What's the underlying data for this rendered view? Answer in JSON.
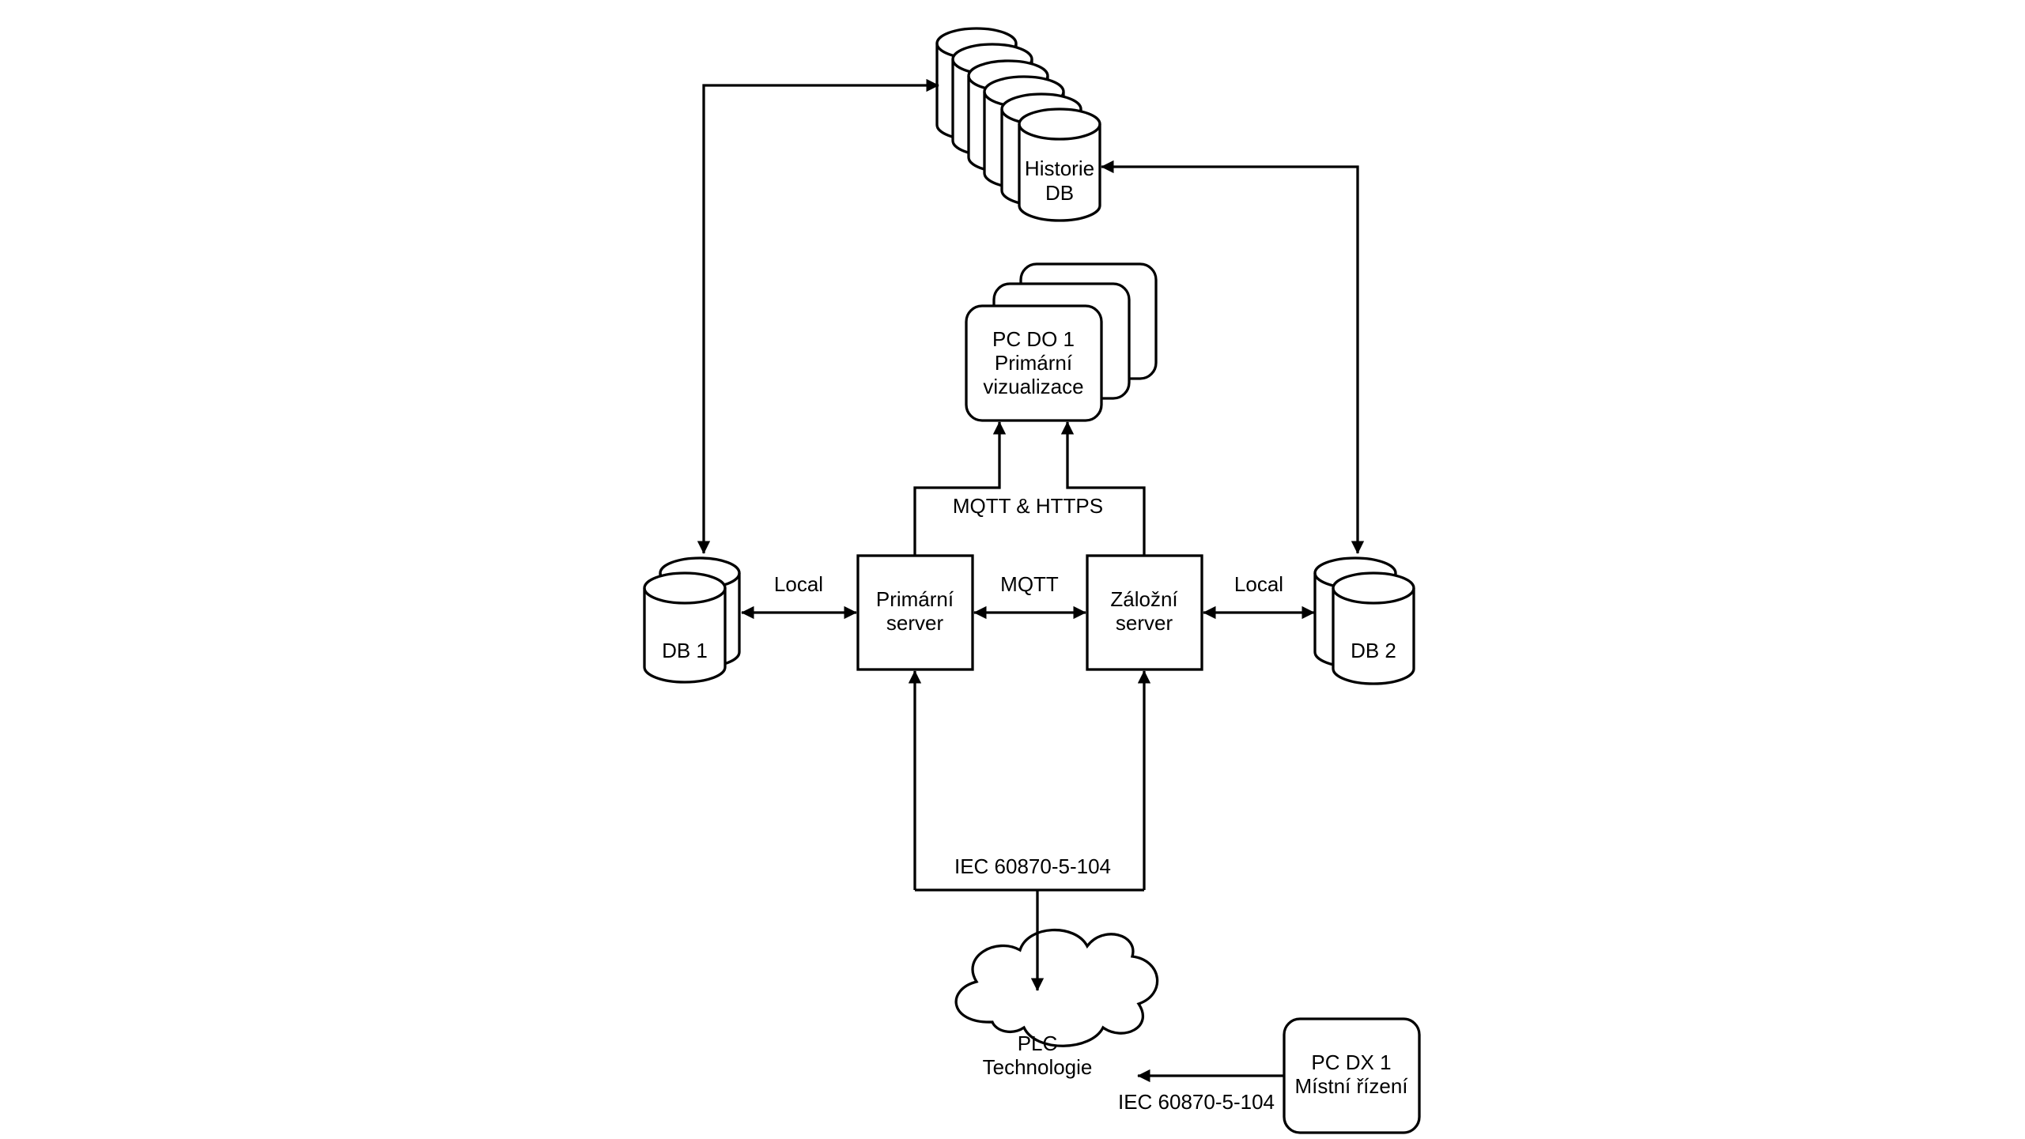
{
  "nodes": {
    "historie_db": {
      "line1": "Historie",
      "line2": "DB"
    },
    "pc_do": {
      "line1": "PC DO 1",
      "line2": "Primární",
      "line3": "vizualizace"
    },
    "db1": {
      "label": "DB 1"
    },
    "primary_server": {
      "line1": "Primární",
      "line2": "server"
    },
    "backup_server": {
      "line1": "Záložní",
      "line2": "server"
    },
    "db2": {
      "label": "DB 2"
    },
    "plc": {
      "line1": "PLC",
      "line2": "Technologie"
    },
    "pc_dx": {
      "line1": "PC DX 1",
      "line2": "Místní řízení"
    }
  },
  "edges": {
    "db1_primary": "Local",
    "servers": "MQTT",
    "backup_db2": "Local",
    "servers_pcdo": "MQTT & HTTPS",
    "servers_plc": "IEC 60870-5-104",
    "pcdx_plc": "IEC 60870-5-104"
  }
}
